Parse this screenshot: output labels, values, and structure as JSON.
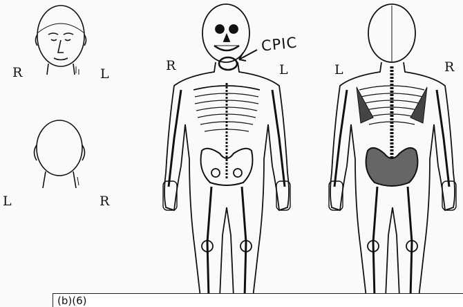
{
  "labels": {
    "head_front_right": "R",
    "head_front_left": "L",
    "head_back_left": "L",
    "head_back_right": "R",
    "body_front_right": "R",
    "body_front_left": "L",
    "body_back_left": "L",
    "body_back_right": "R"
  },
  "annotation": {
    "text": "CPIC"
  },
  "redaction": {
    "code": "(b)(6)"
  }
}
